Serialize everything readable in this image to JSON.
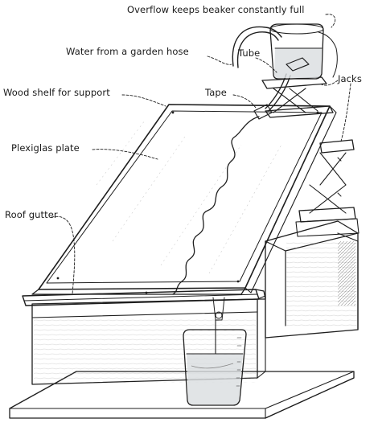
{
  "labels": {
    "overflow": "Overflow keeps beaker constantly full",
    "hose": "Water from a garden hose",
    "tube": "Tube",
    "jacks": "Jacks",
    "tape": "Tape",
    "shelf": "Wood shelf for support",
    "plate": "Plexiglas plate",
    "gutter": "Roof gutter"
  },
  "colors": {
    "ink": "#1e1e1e",
    "paper": "#ffffff",
    "water": "#d9dde0"
  }
}
